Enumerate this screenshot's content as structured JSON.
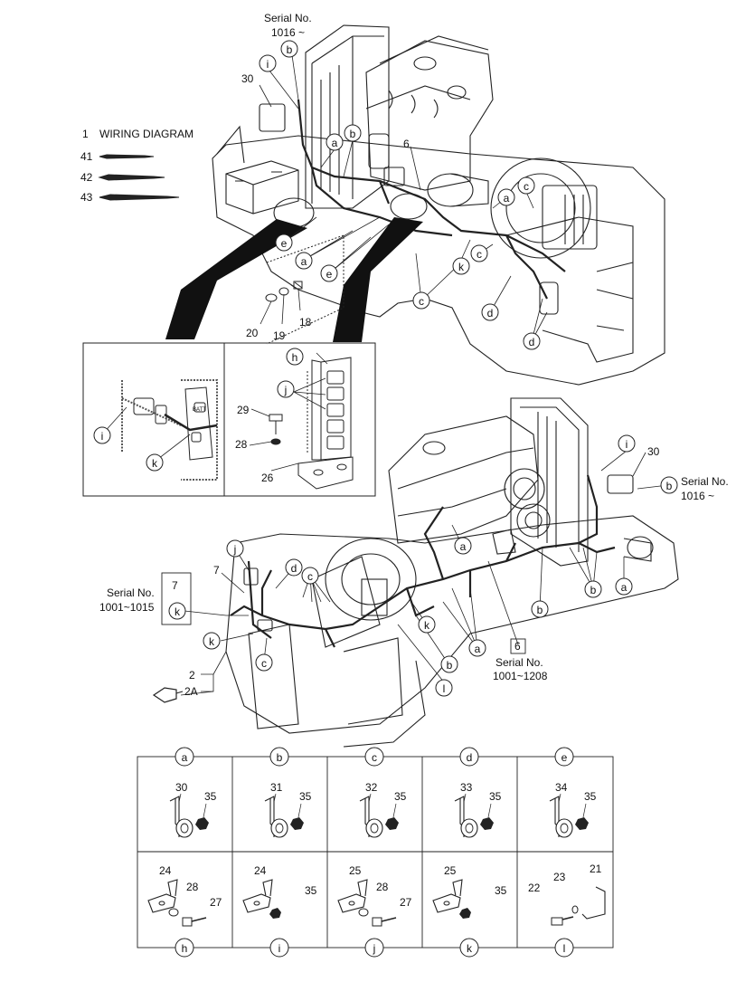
{
  "title": {
    "number": "1",
    "text": "WIRING DIAGRAM"
  },
  "ties": [
    "41",
    "42",
    "43"
  ],
  "top": {
    "serial_line1": "Serial No.",
    "serial_line2": "1016 ~",
    "part_30": "30",
    "part_6": "6",
    "part_18": "18",
    "part_19": "19",
    "part_20": "20"
  },
  "inset": {
    "part_29": "29",
    "part_28": "28",
    "part_26": "26",
    "batt": "BATT"
  },
  "bottom": {
    "part_30": "30",
    "serial_r1": "Serial No.",
    "serial_r2": "1016 ~",
    "part_7": "7",
    "serial_l1": "Serial No.",
    "serial_l2": "1001~1015",
    "part_7b": "7",
    "part_2": "2",
    "part_2a": "2A",
    "part_6": "6",
    "serial_m1": "Serial No.",
    "serial_m2": "1001~1208"
  },
  "callout_letters": [
    "a",
    "b",
    "c",
    "d",
    "e",
    "h",
    "i",
    "j",
    "k",
    "l"
  ],
  "table": {
    "top_headers": [
      "a",
      "b",
      "c",
      "d",
      "e"
    ],
    "bottom_headers": [
      "h",
      "i",
      "j",
      "k",
      "l"
    ],
    "top_cells": [
      {
        "clamp": "30",
        "nut": "35"
      },
      {
        "clamp": "31",
        "nut": "35"
      },
      {
        "clamp": "32",
        "nut": "35"
      },
      {
        "clamp": "33",
        "nut": "35"
      },
      {
        "clamp": "34",
        "nut": "35"
      }
    ],
    "bottom_cells": [
      {
        "p1": "24",
        "p2": "28",
        "p3": "27"
      },
      {
        "p1": "24",
        "p2": "35",
        "p3": ""
      },
      {
        "p1": "25",
        "p2": "28",
        "p3": "27"
      },
      {
        "p1": "25",
        "p2": "35",
        "p3": ""
      },
      {
        "p1": "21",
        "p2": "23",
        "p3": "22"
      }
    ]
  }
}
